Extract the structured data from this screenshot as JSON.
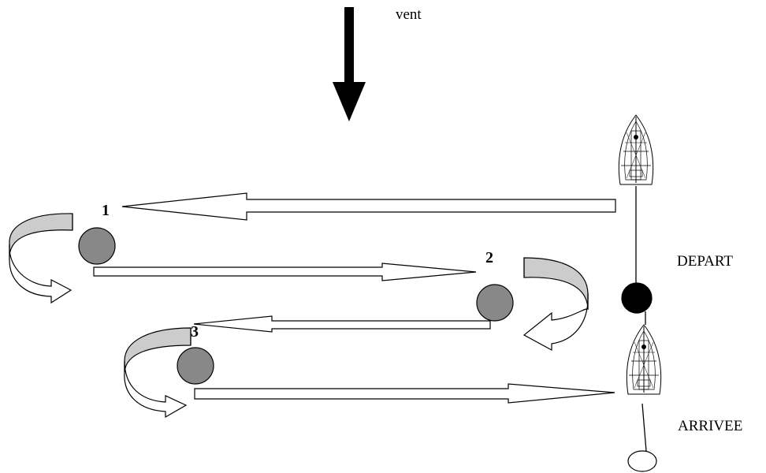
{
  "wind": {
    "label": "vent",
    "arrow_color": "#000000"
  },
  "buoys": [
    {
      "number": "1",
      "color": "#888888"
    },
    {
      "number": "2",
      "color": "#888888"
    },
    {
      "number": "3",
      "color": "#888888"
    }
  ],
  "start_line": {
    "label": "DEPART",
    "mark_color": "#000000"
  },
  "finish_line": {
    "label": "ARRIVEE",
    "mark_color": "#ffffff"
  },
  "turn_arrow_color": "#cccccc",
  "boat_icon": "sailboat-icon"
}
